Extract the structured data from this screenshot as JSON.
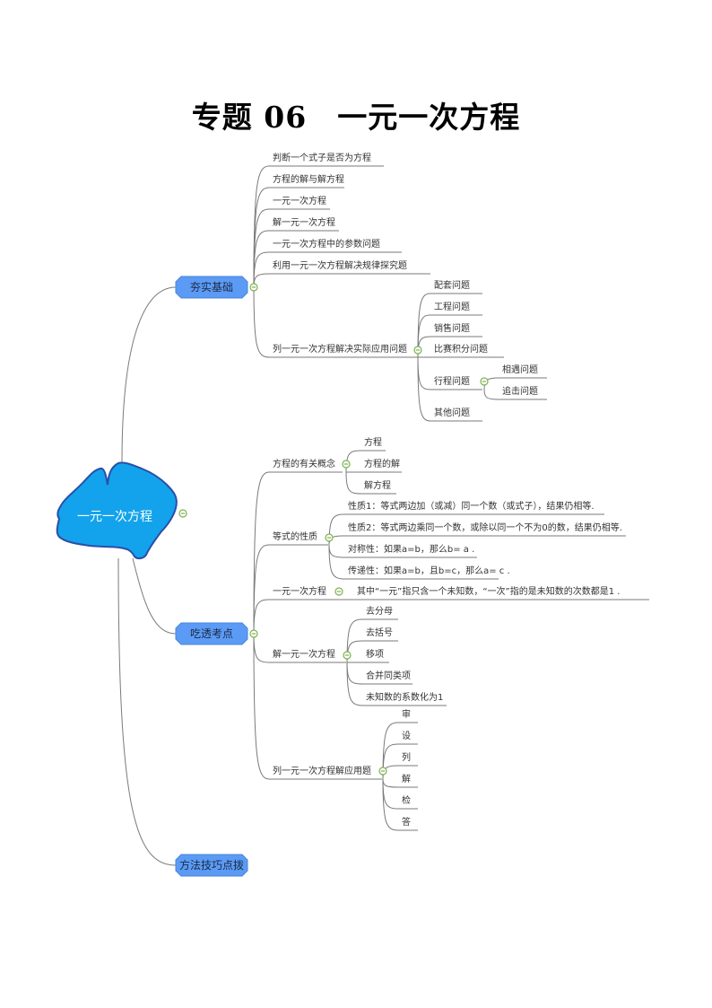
{
  "title": "专题 06　一元一次方程",
  "root": {
    "label": "一元一次方程",
    "color": "#12a3ec"
  },
  "colors": {
    "main_node": "#5b9bf5",
    "collapse_icon": "#7bb24d",
    "line": "#7a7a7a"
  },
  "branches": [
    {
      "label": "夯实基础",
      "children": [
        {
          "label": "判断一个式子是否为方程"
        },
        {
          "label": "方程的解与解方程"
        },
        {
          "label": "一元一次方程"
        },
        {
          "label": "解一元一次方程"
        },
        {
          "label": "一元一次方程中的参数问题"
        },
        {
          "label": "利用一元一次方程解决规律探究题"
        },
        {
          "label": "列一元一次方程解决实际应用问题",
          "children": [
            {
              "label": "配套问题"
            },
            {
              "label": "工程问题"
            },
            {
              "label": "销售问题"
            },
            {
              "label": "比赛积分问题"
            },
            {
              "label": "行程问题",
              "children": [
                {
                  "label": "相遇问题"
                },
                {
                  "label": "追击问题"
                }
              ]
            },
            {
              "label": "其他问题"
            }
          ]
        }
      ]
    },
    {
      "label": "吃透考点",
      "children": [
        {
          "label": "方程的有关概念",
          "children": [
            {
              "label": "方程"
            },
            {
              "label": "方程的解"
            },
            {
              "label": "解方程"
            }
          ]
        },
        {
          "label": "等式的性质",
          "children": [
            {
              "label": "性质1：等式两边加（或减）同一个数（或式子），结果仍相等."
            },
            {
              "label": "性质2：等式两边乘同一个数，或除以同一个不为0的数，结果仍相等."
            },
            {
              "label": "对称性：如果a=b，那么b= a ."
            },
            {
              "label": "传递性：如果a=b，且b=c，那么a= c ."
            }
          ]
        },
        {
          "label": "一元一次方程",
          "children": [
            {
              "label": "其中“一元”指只含一个未知数，“一次”指的是未知数的次数都是1 ."
            }
          ]
        },
        {
          "label": "解一元一次方程",
          "children": [
            {
              "label": "去分母"
            },
            {
              "label": "去括号"
            },
            {
              "label": "移项"
            },
            {
              "label": "合并同类项"
            },
            {
              "label": "未知数的系数化为1"
            }
          ]
        },
        {
          "label": "列一元一次方程解应用题",
          "children": [
            {
              "label": "审"
            },
            {
              "label": "设"
            },
            {
              "label": "列"
            },
            {
              "label": "解"
            },
            {
              "label": "检"
            },
            {
              "label": "答"
            }
          ]
        }
      ]
    },
    {
      "label": "方法技巧点拨"
    }
  ]
}
